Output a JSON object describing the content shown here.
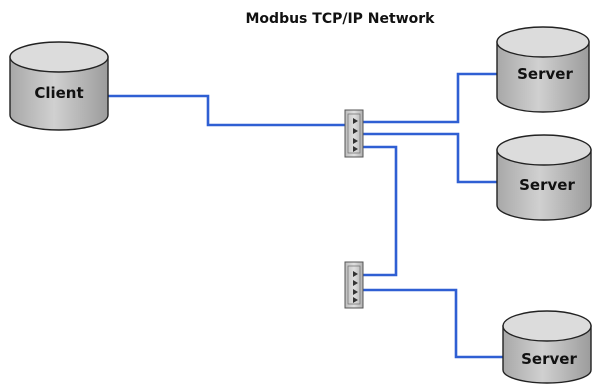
{
  "title": "Modbus TCP/IP Network",
  "nodes": {
    "client": {
      "label": "Client"
    },
    "server_top": {
      "label": "Server"
    },
    "server_mid": {
      "label": "Server"
    },
    "server_bottom": {
      "label": "Server"
    }
  },
  "colors": {
    "link": "#2f5fd3",
    "cylinder_body": "#c4c4c4",
    "cylinder_top": "#dcdcdc",
    "switch_body": "#d2d2d2"
  }
}
